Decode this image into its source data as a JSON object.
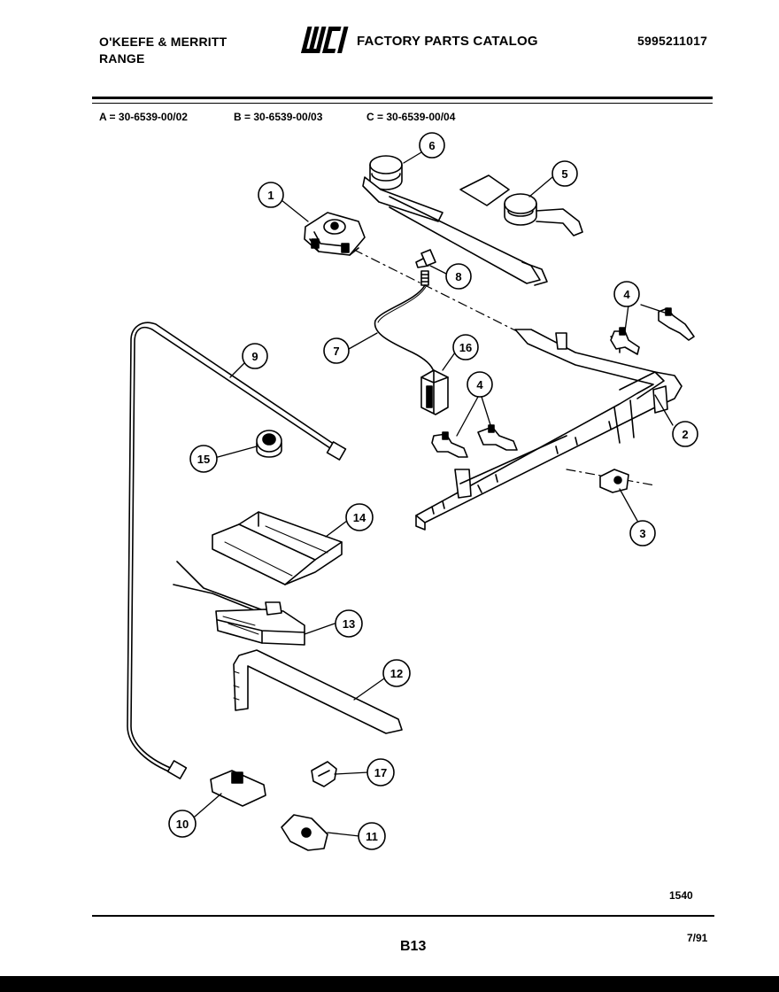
{
  "header": {
    "brand_line1": "O'KEEFE & MERRITT",
    "brand_line2": "RANGE",
    "logo_text": "WCI",
    "catalog_title": "FACTORY PARTS CATALOG",
    "catalog_number": "5995211017"
  },
  "models": {
    "a": "A = 30-6539-00/02",
    "b": "B = 30-6539-00/03",
    "c": "C = 30-6539-00/04"
  },
  "callouts": [
    "1",
    "2",
    "3",
    "4",
    "4",
    "5",
    "6",
    "7",
    "8",
    "9",
    "10",
    "11",
    "12",
    "13",
    "14",
    "15",
    "16",
    "17"
  ],
  "footer": {
    "illustration_code": "1540",
    "page_label": "B13",
    "date": "7/91"
  }
}
